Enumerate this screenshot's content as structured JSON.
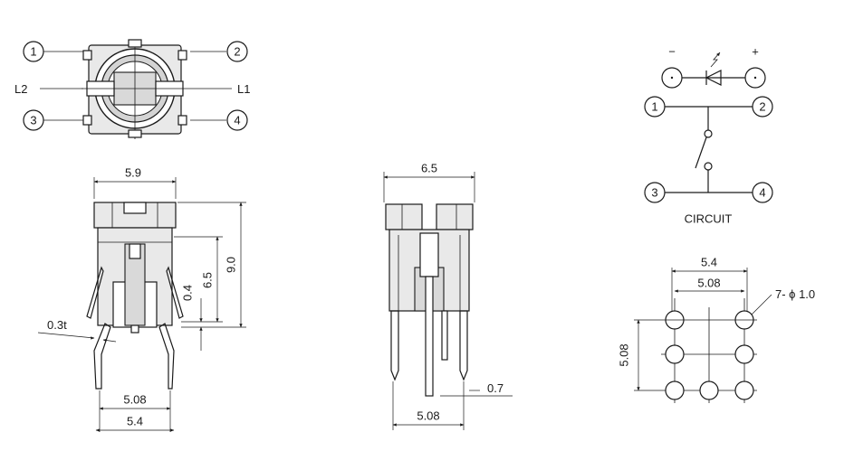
{
  "top_view": {
    "pins": [
      "1",
      "2",
      "3",
      "4"
    ],
    "l2_label": "L2",
    "l1_label": "L1"
  },
  "front_view": {
    "dim_width": "5.9",
    "dim_height_total": "9.0",
    "dim_height_body": "6.5",
    "dim_offset": "0.4",
    "dim_thickness": "0.3t",
    "dim_pin_inner": "5.08",
    "dim_pin_outer": "5.4"
  },
  "side_view": {
    "dim_width": "6.5",
    "dim_pin": "0.7",
    "dim_pin_spacing": "5.08"
  },
  "circuit": {
    "minus": "−",
    "plus": "+",
    "pins": [
      "1",
      "2",
      "3",
      "4"
    ],
    "label": "CIRCUIT"
  },
  "pcb_layout": {
    "dim_outer": "5.4",
    "dim_inner": "5.08",
    "dim_vertical": "5.08",
    "hole_note": "7- ϕ 1.0"
  }
}
